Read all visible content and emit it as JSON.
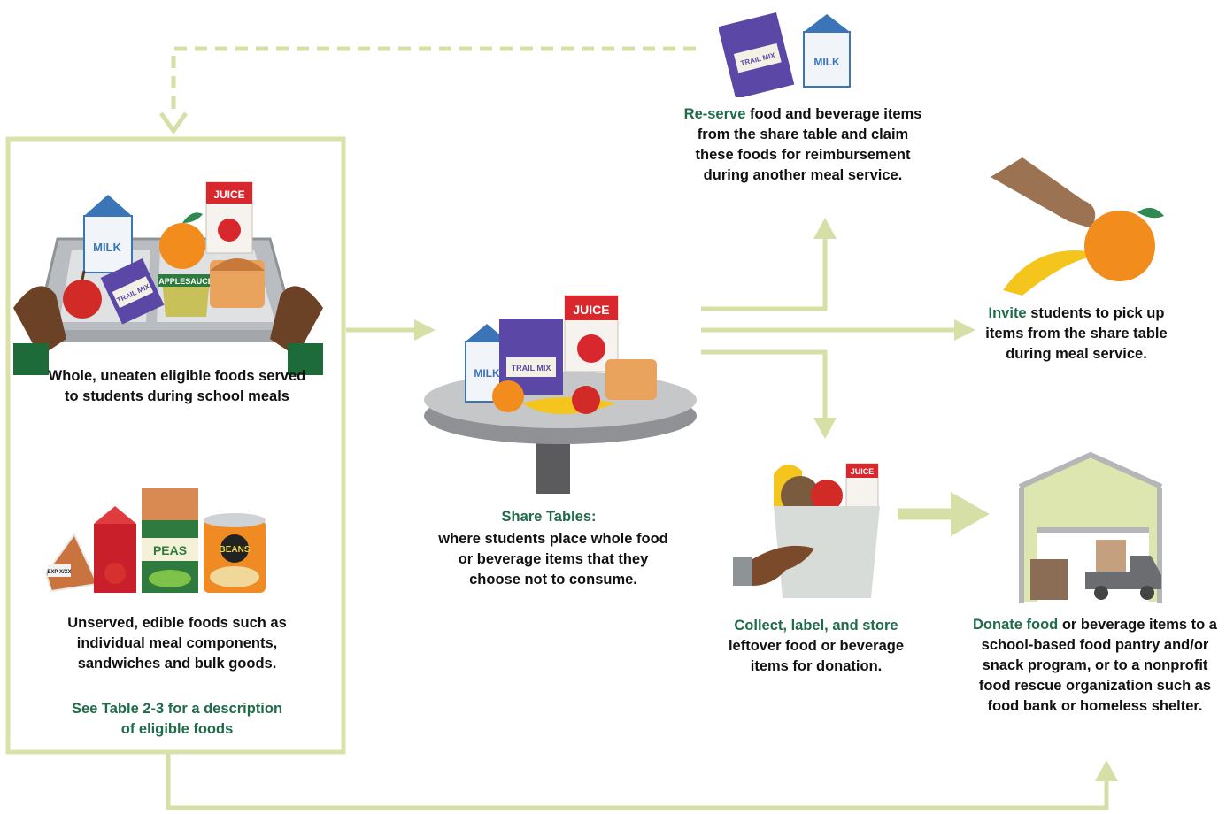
{
  "colors": {
    "accent_green": "#1f6b4a",
    "connector": "#d6e0a6",
    "box_border": "#d9e2a9"
  },
  "left_box": {
    "served": "Whole, uneaten eligible foods served to students during school meals",
    "unserved": "Unserved, edible foods such as individual meal components, sandwiches and bulk goods.",
    "see_table": "See Table 2-3 for a description of eligible foods"
  },
  "share_tables": {
    "title": "Share Tables:",
    "desc": "where students place whole food or beverage items that they choose not to consume."
  },
  "reserve": {
    "highlight": "Re-serve",
    "rest": " food and beverage items from the share table and claim these foods for reimbursement during another meal service."
  },
  "invite": {
    "highlight": "Invite",
    "rest": " students to pick up items from the share table during meal service."
  },
  "collect": {
    "highlight": "Collect, label, and store",
    "rest": " leftover food or beverage items for donation."
  },
  "donate": {
    "highlight": "Donate food",
    "rest": " or beverage items to a school-based food pantry and/or snack program, or to a nonprofit food rescue organization such as food bank or homeless shelter."
  },
  "labels": {
    "milk": "MILK",
    "juice": "JUICE",
    "trail_mix": "TRAIL MIX",
    "applesauce": "APPLESAUCE",
    "peas": "PEAS",
    "beans": "BEANS",
    "exp": "EXP X/XX"
  },
  "icons": [
    "tray-icon",
    "share-table-icon",
    "canned-goods-icon",
    "snack-milk-icon",
    "hand-orange-banana-icon",
    "donation-bag-icon",
    "warehouse-icon"
  ]
}
